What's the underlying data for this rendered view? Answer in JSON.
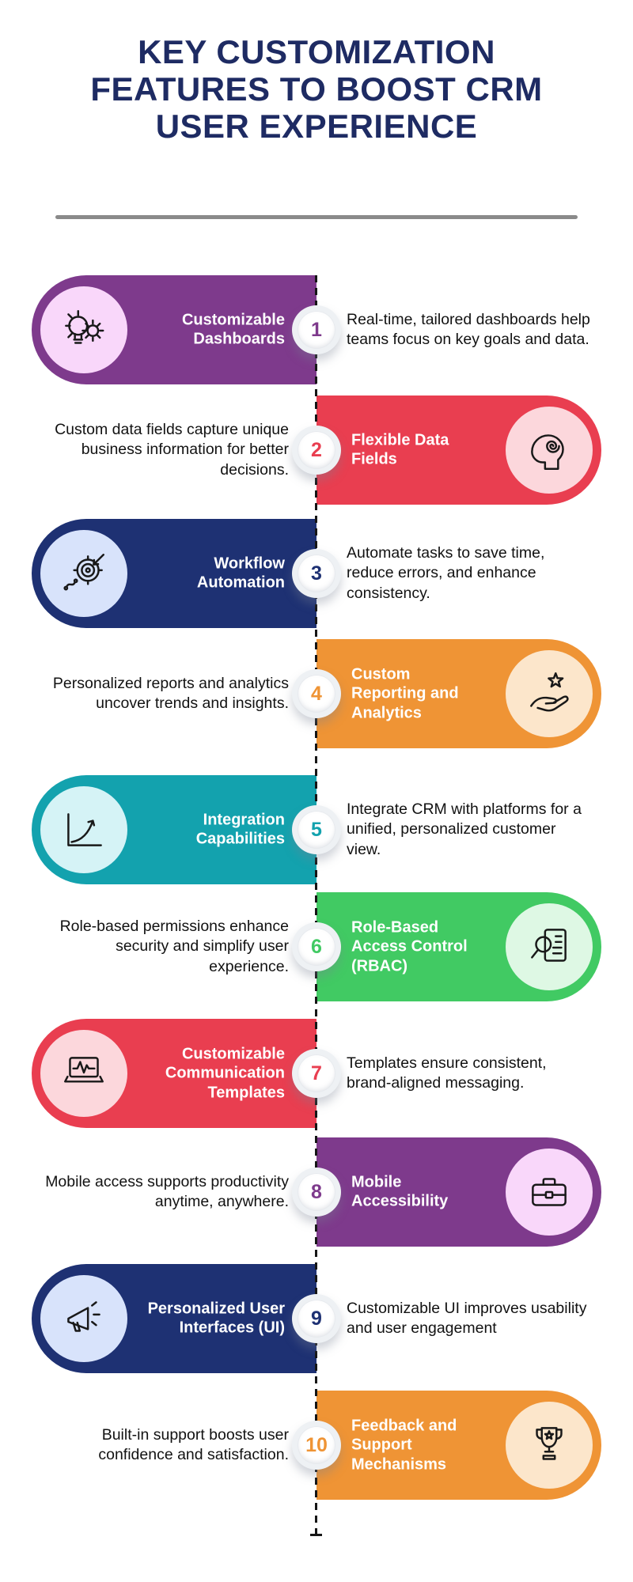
{
  "header": {
    "title_lines": [
      "KEY CUSTOMIZATION",
      "FEATURES TO BOOST CRM",
      "USER EXPERIENCE"
    ],
    "title_color": "#1e2b63"
  },
  "items": [
    {
      "number": "1",
      "side": "left",
      "label": "Customizable Dashboards",
      "description": "Real-time, tailored dashboards help teams focus on key goals and data.",
      "pill_color": "#7e3a8c",
      "circle_color": "#f9d7fa",
      "icon": "bulb-gear-icon"
    },
    {
      "number": "2",
      "side": "right",
      "label": "Flexible Data Fields",
      "description": "Custom data fields capture unique business information for better decisions.",
      "pill_color": "#e93e50",
      "circle_color": "#fcd7dc",
      "icon": "mind-spiral-icon"
    },
    {
      "number": "3",
      "side": "left",
      "label": "Workflow Automation",
      "description": "Automate tasks to save time, reduce errors, and enhance consistency.",
      "pill_color": "#1e3173",
      "circle_color": "#d8e3fb",
      "icon": "target-arrow-icon"
    },
    {
      "number": "4",
      "side": "right",
      "label": "Custom Reporting and Analytics",
      "description": "Personalized reports and analytics uncover trends and insights.",
      "pill_color": "#ef9435",
      "circle_color": "#fce6cb",
      "icon": "hand-star-icon"
    },
    {
      "number": "5",
      "side": "left",
      "label": "Integration Capabilities",
      "description": "Integrate CRM with platforms for a unified, personalized customer view.",
      "pill_color": "#13a2ae",
      "circle_color": "#d5f3f6",
      "icon": "growth-chart-icon"
    },
    {
      "number": "6",
      "side": "right",
      "label": "Role-Based Access Control (RBAC)",
      "description": "Role-based permissions enhance security and simplify user experience.",
      "pill_color": "#41ca63",
      "circle_color": "#def8e4",
      "icon": "magnifier-document-icon"
    },
    {
      "number": "7",
      "side": "left",
      "label": "Customizable Communication Templates",
      "description": "Templates ensure consistent, brand-aligned messaging.",
      "pill_color": "#e93e50",
      "circle_color": "#fcd7dc",
      "icon": "laptop-pulse-icon"
    },
    {
      "number": "8",
      "side": "right",
      "label": "Mobile Accessibility",
      "description": "Mobile access supports productivity anytime, anywhere.",
      "pill_color": "#7e3a8c",
      "circle_color": "#f9d7fa",
      "icon": "briefcase-icon"
    },
    {
      "number": "9",
      "side": "left",
      "label": "Personalized User Interfaces (UI)",
      "description": "Customizable UI improves usability and user engagement",
      "pill_color": "#1e3173",
      "circle_color": "#d8e3fb",
      "icon": "megaphone-icon"
    },
    {
      "number": "10",
      "side": "right",
      "label": "Feedback and Support Mechanisms",
      "description": "Built-in support boosts user confidence and satisfaction.",
      "pill_color": "#ef9435",
      "circle_color": "#fce6cb",
      "icon": "trophy-icon"
    }
  ]
}
